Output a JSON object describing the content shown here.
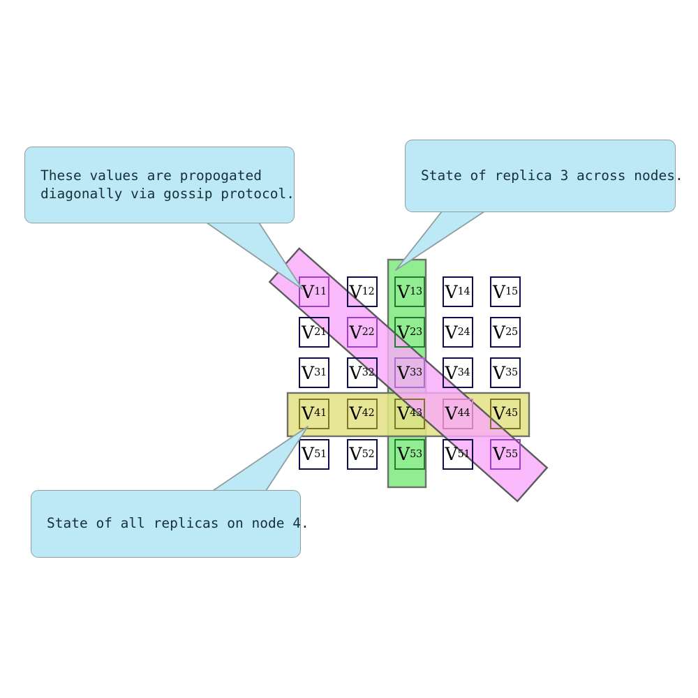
{
  "diagram": {
    "title": "Replica state grid with gossip propagation",
    "colors": {
      "callout_fill": "#bde9f7",
      "callout_border": "#8e9e9e",
      "column_band_fill": "#90ee90",
      "column_band_border": "#6e6e6e",
      "row_band_fill": "#e3e388",
      "row_band_border": "#6e6e6e",
      "diagonal_band_fill": "#f9a9f9",
      "diagonal_band_border": "#5a5a5a",
      "cell_border": "#0d0d4d"
    },
    "callouts": [
      {
        "name": "gossip-note",
        "lines": [
          "These values are propogated",
          "diagonally via gossip protocol."
        ],
        "text": "These values are propogated\ndiagonally via gossip protocol."
      },
      {
        "name": "replica3-note",
        "lines": [
          "State of replica 3 across nodes."
        ],
        "text": "State of replica 3 across nodes."
      },
      {
        "name": "node4-note",
        "lines": [
          "State of all replicas on node 4."
        ],
        "text": "State of all replicas on node 4."
      }
    ],
    "grid": {
      "rows": 5,
      "cols": 5,
      "symbol": "V",
      "cells": [
        [
          {
            "label": "V",
            "sub": "11",
            "highlight": "diagonal"
          },
          {
            "label": "V",
            "sub": "12",
            "highlight": "none"
          },
          {
            "label": "V",
            "sub": "13",
            "highlight": "column"
          },
          {
            "label": "V",
            "sub": "14",
            "highlight": "none"
          },
          {
            "label": "V",
            "sub": "15",
            "highlight": "none"
          }
        ],
        [
          {
            "label": "V",
            "sub": "21",
            "highlight": "none"
          },
          {
            "label": "V",
            "sub": "22",
            "highlight": "diagonal"
          },
          {
            "label": "V",
            "sub": "23",
            "highlight": "column"
          },
          {
            "label": "V",
            "sub": "24",
            "highlight": "none"
          },
          {
            "label": "V",
            "sub": "25",
            "highlight": "none"
          }
        ],
        [
          {
            "label": "V",
            "sub": "31",
            "highlight": "none"
          },
          {
            "label": "V",
            "sub": "32",
            "highlight": "none"
          },
          {
            "label": "V",
            "sub": "33",
            "highlight": "column-diagonal"
          },
          {
            "label": "V",
            "sub": "34",
            "highlight": "none"
          },
          {
            "label": "V",
            "sub": "35",
            "highlight": "none"
          }
        ],
        [
          {
            "label": "V",
            "sub": "41",
            "highlight": "row"
          },
          {
            "label": "V",
            "sub": "42",
            "highlight": "row"
          },
          {
            "label": "V",
            "sub": "43",
            "highlight": "row-column"
          },
          {
            "label": "V",
            "sub": "44",
            "highlight": "row-diagonal"
          },
          {
            "label": "V",
            "sub": "45",
            "highlight": "row"
          }
        ],
        [
          {
            "label": "V",
            "sub": "51",
            "highlight": "none"
          },
          {
            "label": "V",
            "sub": "52",
            "highlight": "none"
          },
          {
            "label": "V",
            "sub": "53",
            "highlight": "column"
          },
          {
            "label": "V",
            "sub": "51",
            "highlight": "none"
          },
          {
            "label": "V",
            "sub": "55",
            "highlight": "diagonal"
          }
        ]
      ]
    },
    "bands": [
      {
        "name": "replica-3-column-band",
        "orientation": "vertical",
        "covers": "column 3"
      },
      {
        "name": "node-4-row-band",
        "orientation": "horizontal",
        "covers": "row 4"
      },
      {
        "name": "gossip-diagonal-band",
        "orientation": "diagonal",
        "covers": "main diagonal"
      }
    ]
  }
}
